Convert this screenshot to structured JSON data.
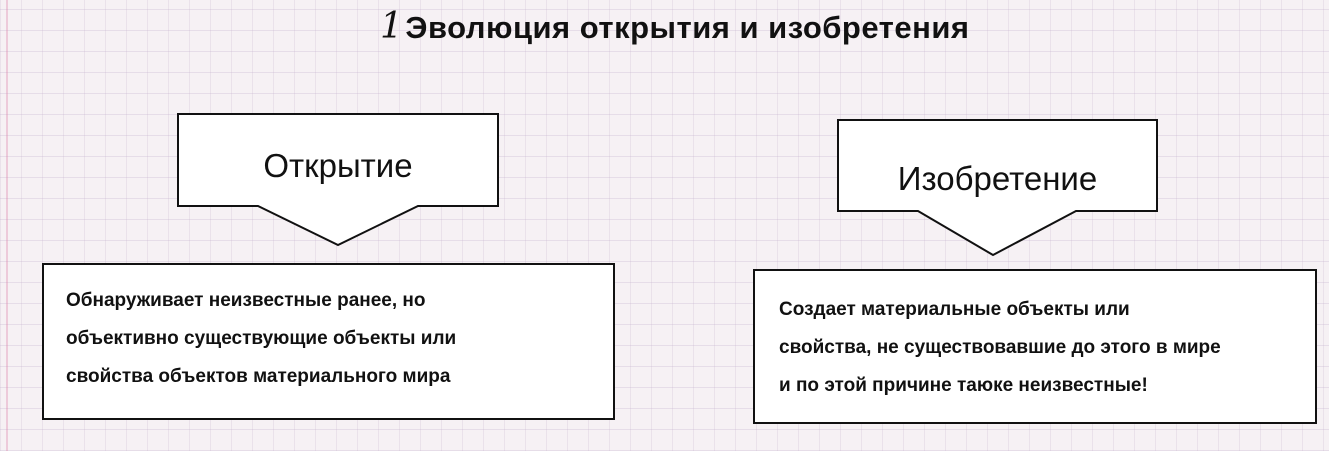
{
  "title": {
    "number": "1",
    "text": "Эволюция открытия  и изобретения"
  },
  "left": {
    "arrow_label": "Открытие",
    "lines": [
      "Обнаруживает неизвестные ранее, но",
      "объективно существующие объекты или",
      "свойства объектов материального мира"
    ]
  },
  "right": {
    "arrow_label": "Изобретение",
    "lines": [
      "Создает материальные объекты или",
      "свойства, не существовавшие до этого в мире",
      "и по этой причине таюке неизвестные!"
    ]
  }
}
